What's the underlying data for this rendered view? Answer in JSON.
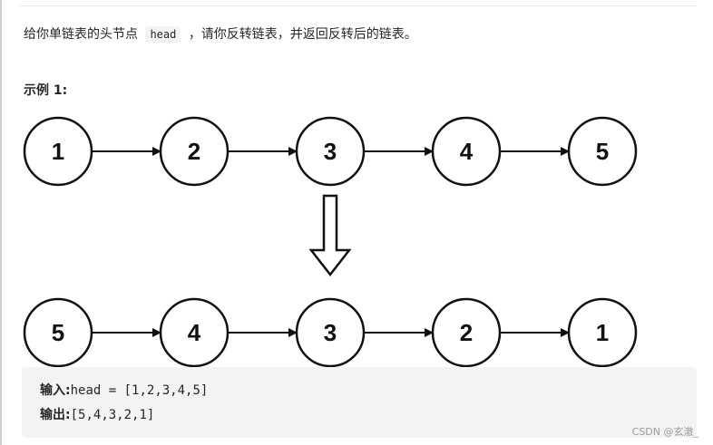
{
  "description": {
    "before": "给你单链表的头节点",
    "code": "head",
    "after": "，请你反转链表，并返回反转后的链表。"
  },
  "example_title": "示例 1:",
  "diagram": {
    "top_row": [
      "1",
      "2",
      "3",
      "4",
      "5"
    ],
    "bottom_row": [
      "5",
      "4",
      "3",
      "2",
      "1"
    ]
  },
  "example": {
    "input_label": "输入:",
    "input_value": "head = [1,2,3,4,5]",
    "output_label": "输出:",
    "output_value": "[5,4,3,2,1]"
  },
  "watermark": "CSDN @玄澈_"
}
